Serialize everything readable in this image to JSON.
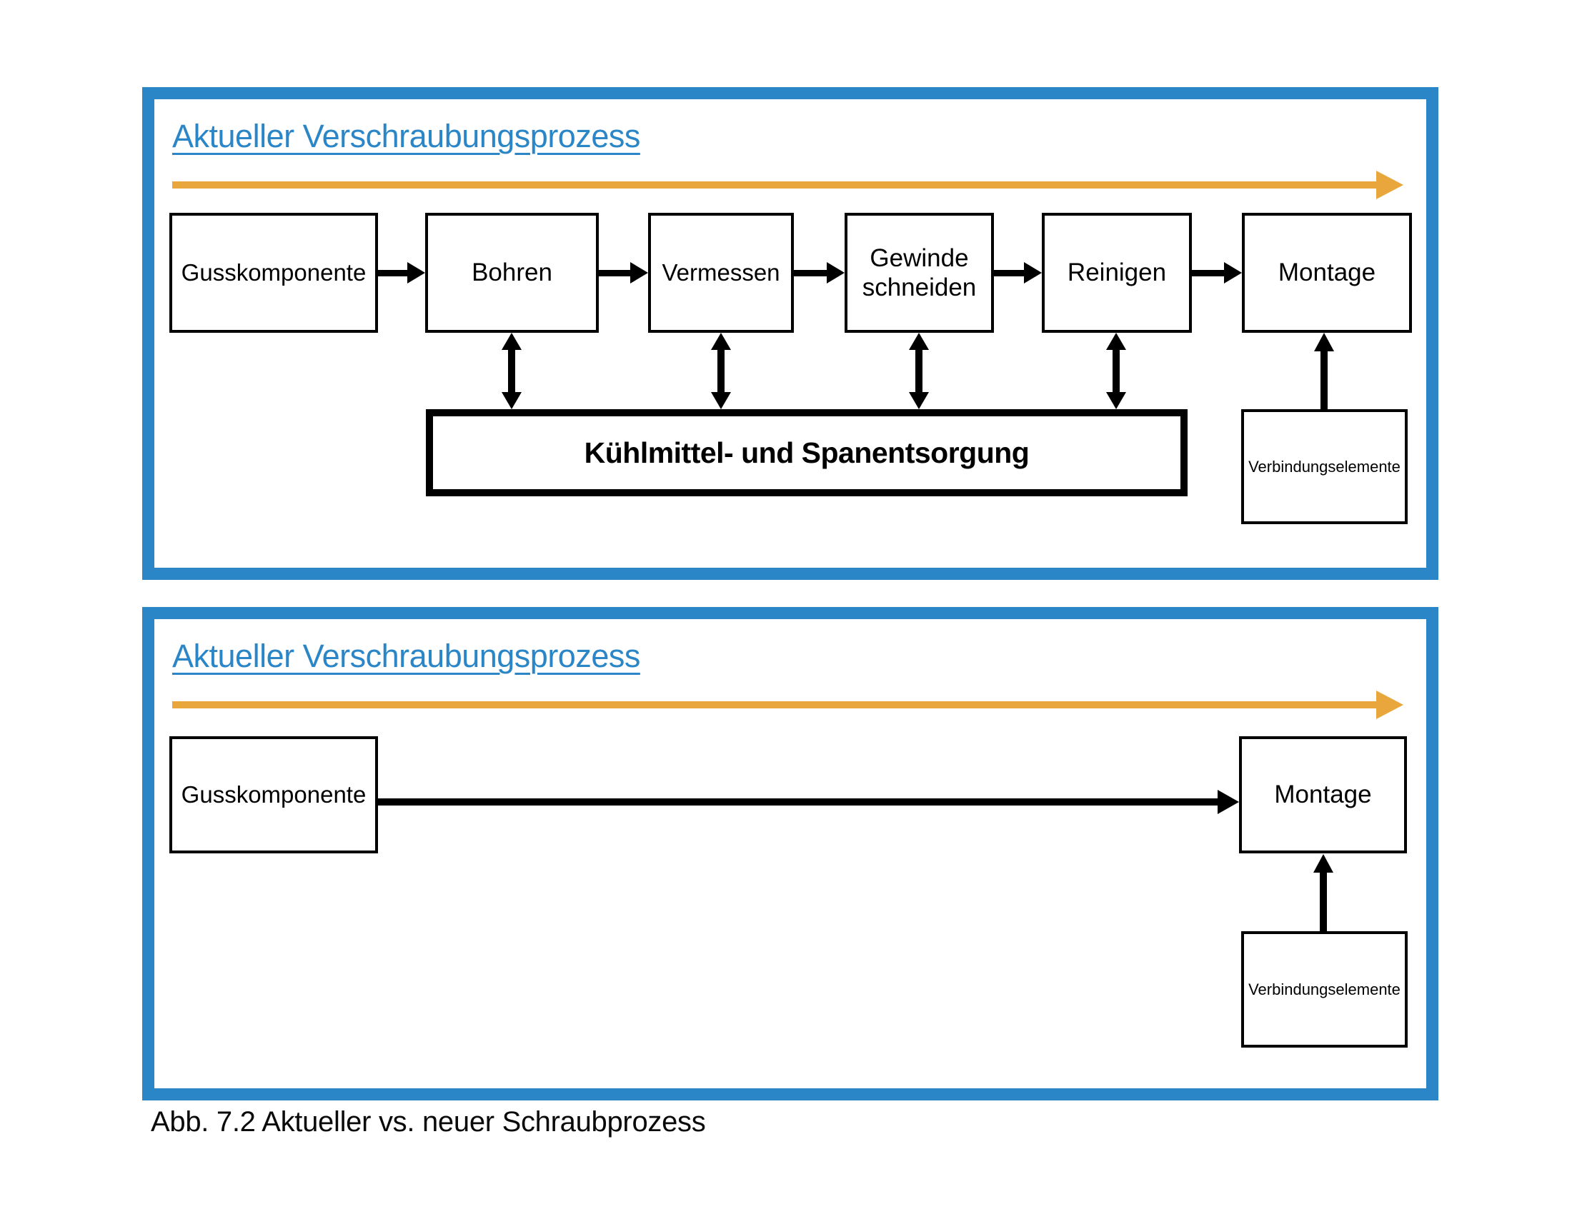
{
  "colors": {
    "panel_border_blue": "#2b86c7",
    "title_blue": "#2b86c7",
    "direction_arrow_orange": "#e9a63c",
    "line_black": "#000000"
  },
  "panel1": {
    "title": "Aktueller Verschraubungsprozess",
    "boxes": [
      "Gusskomponente",
      "Bohren",
      "Vermessen",
      "Gewinde schneiden",
      "Reinigen",
      "Montage"
    ],
    "coolant_box_label": "Kühlmittel- und Spanentsorgung",
    "fasteners_box_label": "Verbindungselemente"
  },
  "panel2": {
    "title": "Aktueller Verschraubungsprozess",
    "start_box_label": "Gusskomponente",
    "end_box_label": "Montage",
    "fasteners_box_label": "Verbindungselemente"
  },
  "caption": "Abb. 7.2 Aktueller vs. neuer Schraubprozess"
}
